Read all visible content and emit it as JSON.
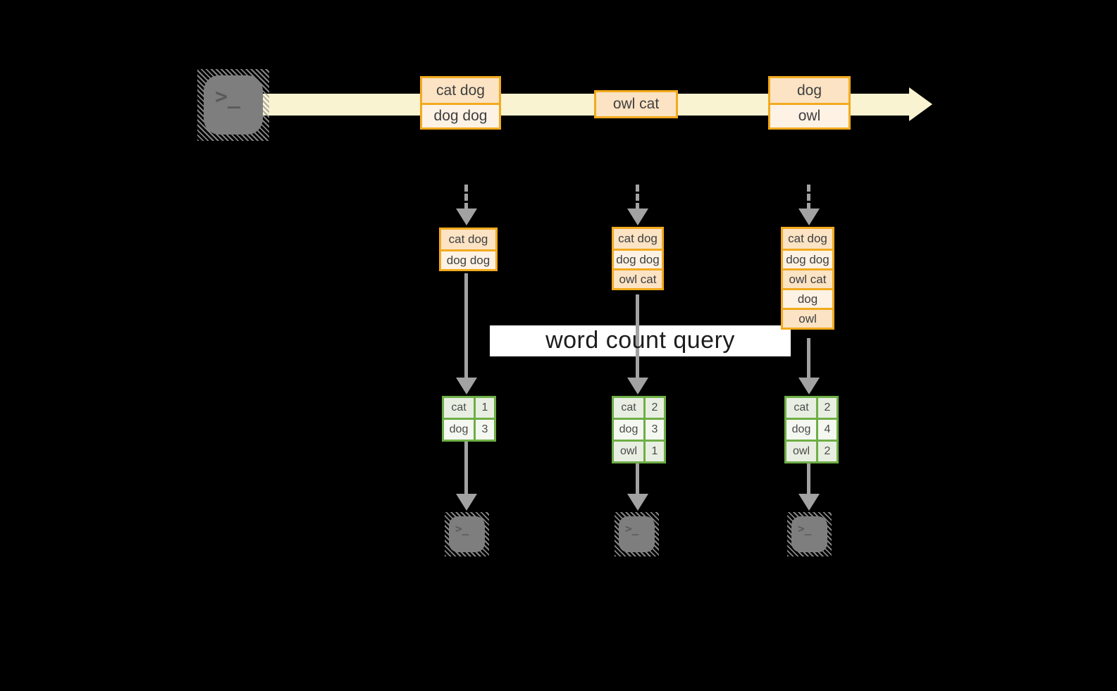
{
  "query": {
    "label": "word count query"
  },
  "icons": {
    "source": "terminal-icon",
    "sink": "terminal-icon",
    "prompt_glyph": ">_"
  },
  "stream": {
    "batches": [
      {
        "cells": [
          "cat dog",
          "dog dog"
        ]
      },
      {
        "cells": [
          "owl cat"
        ]
      },
      {
        "cells": [
          "dog",
          "owl"
        ]
      }
    ]
  },
  "states": [
    {
      "cells": [
        "cat dog",
        "dog dog"
      ]
    },
    {
      "cells": [
        "cat dog",
        "dog dog",
        "owl cat"
      ]
    },
    {
      "cells": [
        "cat dog",
        "dog dog",
        "owl cat",
        "dog",
        "owl"
      ]
    }
  ],
  "results": [
    {
      "rows": [
        {
          "word": "cat",
          "count": 1
        },
        {
          "word": "dog",
          "count": 3
        }
      ]
    },
    {
      "rows": [
        {
          "word": "cat",
          "count": 2
        },
        {
          "word": "dog",
          "count": 3
        },
        {
          "word": "owl",
          "count": 1
        }
      ]
    },
    {
      "rows": [
        {
          "word": "cat",
          "count": 2
        },
        {
          "word": "dog",
          "count": 4
        },
        {
          "word": "owl",
          "count": 2
        }
      ]
    }
  ],
  "colors": {
    "background": "#000000",
    "stream_band": "#FAF3D1",
    "amber_border": "#F2AA1D",
    "peach_dark": "#FBE3C4",
    "peach_light": "#FDF2E4",
    "green_border": "#6FAE46",
    "green_fill": "#E8EFE2",
    "green_fill_light": "#F4F8F1",
    "arrow_gray": "#A2A2A2",
    "terminal_gray": "#7E7E7E",
    "query_bg": "#FFFFFF",
    "text_dark": "#3F3F3F"
  }
}
